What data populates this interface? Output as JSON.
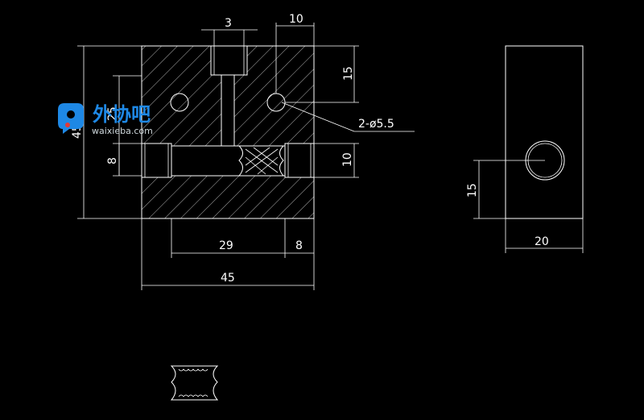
{
  "colors": {
    "background": "#000000",
    "lines": "#ffffff",
    "watermark_blue": "#1e88e5"
  },
  "watermark": {
    "brand": "外协吧",
    "url": "waixieba.com",
    "icon": "waixieba-logo-icon"
  },
  "front_view": {
    "dimensions": {
      "slot_width": "3",
      "hole_offset_top": "10",
      "hole_depth": "15",
      "overall_height": "45",
      "inner_height": "25",
      "counterbore_height": "8",
      "right_pocket_height": "10",
      "width_29": "29",
      "width_8": "8",
      "overall_width": "45"
    },
    "callout": "2-ø5.5"
  },
  "side_view": {
    "dimensions": {
      "hole_height": "15",
      "width": "20"
    }
  }
}
